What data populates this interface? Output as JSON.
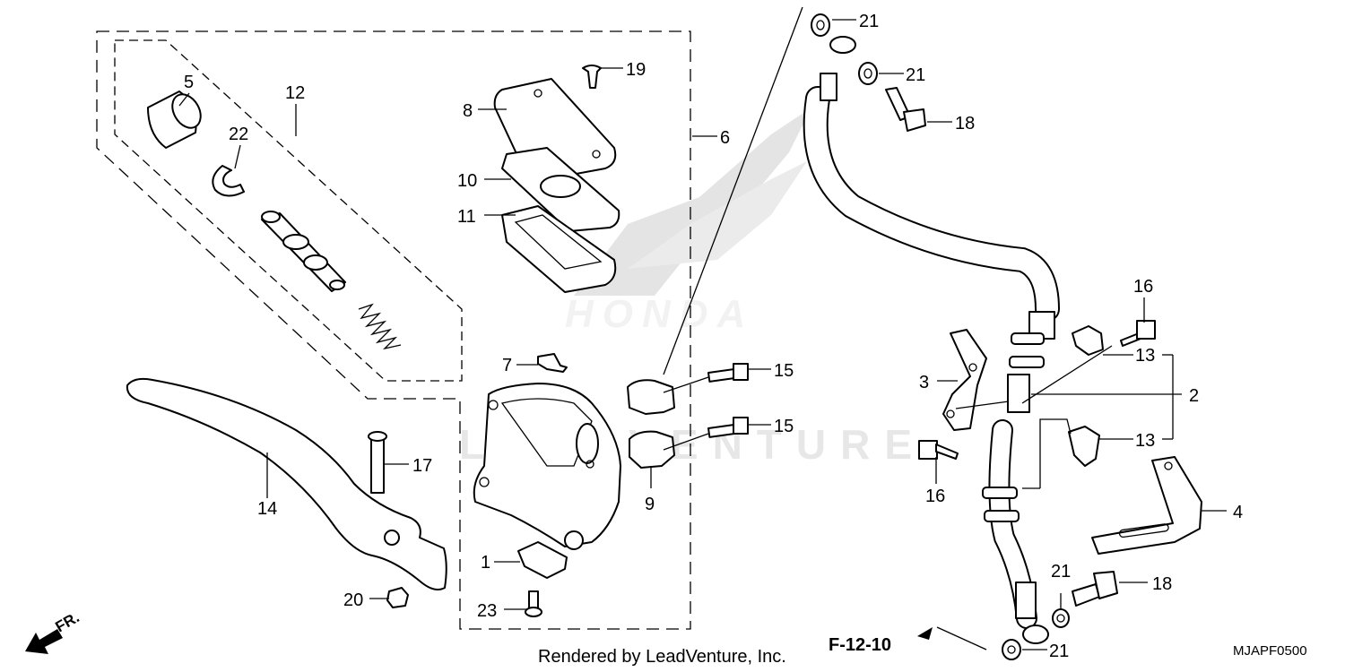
{
  "diagram": {
    "callouts": [
      {
        "id": "c1",
        "label": "1"
      },
      {
        "id": "c2",
        "label": "2"
      },
      {
        "id": "c3",
        "label": "3"
      },
      {
        "id": "c4",
        "label": "4"
      },
      {
        "id": "c5",
        "label": "5"
      },
      {
        "id": "c6",
        "label": "6"
      },
      {
        "id": "c7",
        "label": "7"
      },
      {
        "id": "c8",
        "label": "8"
      },
      {
        "id": "c9",
        "label": "9"
      },
      {
        "id": "c10",
        "label": "10"
      },
      {
        "id": "c11",
        "label": "11"
      },
      {
        "id": "c12",
        "label": "12"
      },
      {
        "id": "c13a",
        "label": "13"
      },
      {
        "id": "c13b",
        "label": "13"
      },
      {
        "id": "c14",
        "label": "14"
      },
      {
        "id": "c15a",
        "label": "15"
      },
      {
        "id": "c15b",
        "label": "15"
      },
      {
        "id": "c16a",
        "label": "16"
      },
      {
        "id": "c16b",
        "label": "16"
      },
      {
        "id": "c17",
        "label": "17"
      },
      {
        "id": "c18a",
        "label": "18"
      },
      {
        "id": "c18b",
        "label": "18"
      },
      {
        "id": "c19",
        "label": "19"
      },
      {
        "id": "c20",
        "label": "20"
      },
      {
        "id": "c21a",
        "label": "21"
      },
      {
        "id": "c21b",
        "label": "21"
      },
      {
        "id": "c21c",
        "label": "21"
      },
      {
        "id": "c21d",
        "label": "21"
      },
      {
        "id": "c22",
        "label": "22"
      },
      {
        "id": "c23",
        "label": "23"
      }
    ],
    "reference": "F-12-10",
    "direction": "FR.",
    "credit": "Rendered by LeadVenture, Inc.",
    "code": "MJAPF0500",
    "watermark": "LEADVENTURE",
    "brand_mark": "HONDA"
  }
}
